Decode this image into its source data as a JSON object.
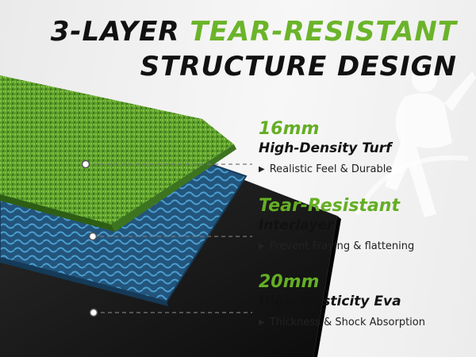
{
  "title": {
    "line1_prefix": "3-LAYER ",
    "line1_accent": "TEAR-RESISTANT",
    "line2": "STRUCTURE DESIGN"
  },
  "colors": {
    "accent": "#6bb42a",
    "turf": "#5a9a2a",
    "interlayer": "#2c6a9a",
    "eva": "#1a1a1a"
  },
  "icons": {
    "bullet": "triangle-right-icon",
    "marker": "dot-icon",
    "background": "golfer-silhouette-icon"
  },
  "features": [
    {
      "num": "16mm",
      "name": "High-Density Turf",
      "sub": "Realistic Feel & Durable"
    },
    {
      "num": "Tear-Resistant",
      "name": "Interlayer",
      "sub": "Prevent Fraying & flattening"
    },
    {
      "num": "20mm",
      "name": "High-Elasticity Eva",
      "sub": "Thickness & Shock Absorption"
    }
  ]
}
